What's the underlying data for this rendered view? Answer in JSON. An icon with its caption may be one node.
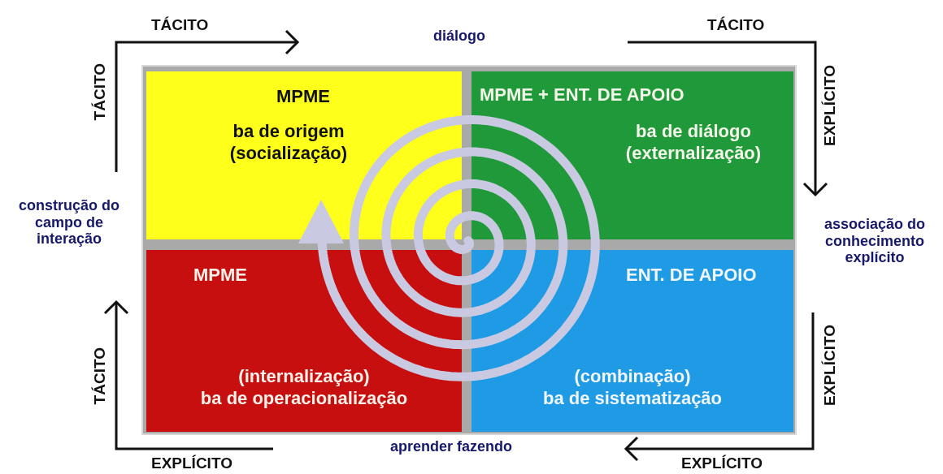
{
  "diagram": {
    "nodes": [
      {
        "text": [
          "MPME",
          "ba de origem",
          "(socialização)"
        ]
      },
      {
        "text": [
          "MPME + ENT. DE APOIO",
          "ba de diálogo",
          "(externalização)"
        ]
      },
      {
        "text": [
          "MPME",
          "(internalização)",
          "ba de operacionalização"
        ]
      },
      {
        "text": [
          "ENT. DE APOIO",
          "(combinação)",
          "ba de sistematização"
        ]
      }
    ],
    "labels": [
      "TÁCITO",
      "diálogo",
      "TÁCITO",
      "TÁCITO",
      "EXPLÍCITO",
      "construção do campo de interação",
      "associação do conhecimento explícito",
      "TÁCITO",
      "EXPLÍCITO",
      "EXPLÍCITO",
      "aprender fazendo",
      "EXPLÍCITO"
    ]
  }
}
